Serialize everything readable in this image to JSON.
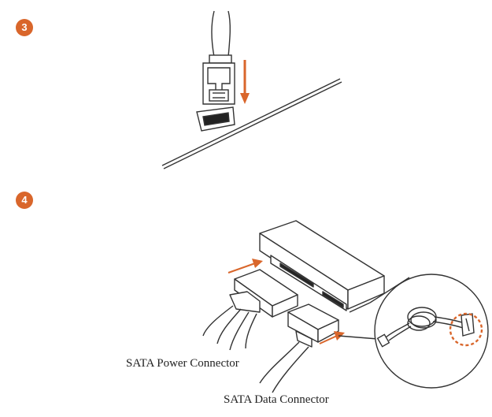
{
  "steps": [
    {
      "number": "3"
    },
    {
      "number": "4"
    }
  ],
  "captions": {
    "sata_power": "SATA Power Connector",
    "sata_data": "SATA Data Connector"
  },
  "colors": {
    "accent": "#d9662b",
    "line": "#333333"
  },
  "icons": {
    "arrow": "arrow-icon",
    "highlight": "dashed-circle-icon"
  }
}
